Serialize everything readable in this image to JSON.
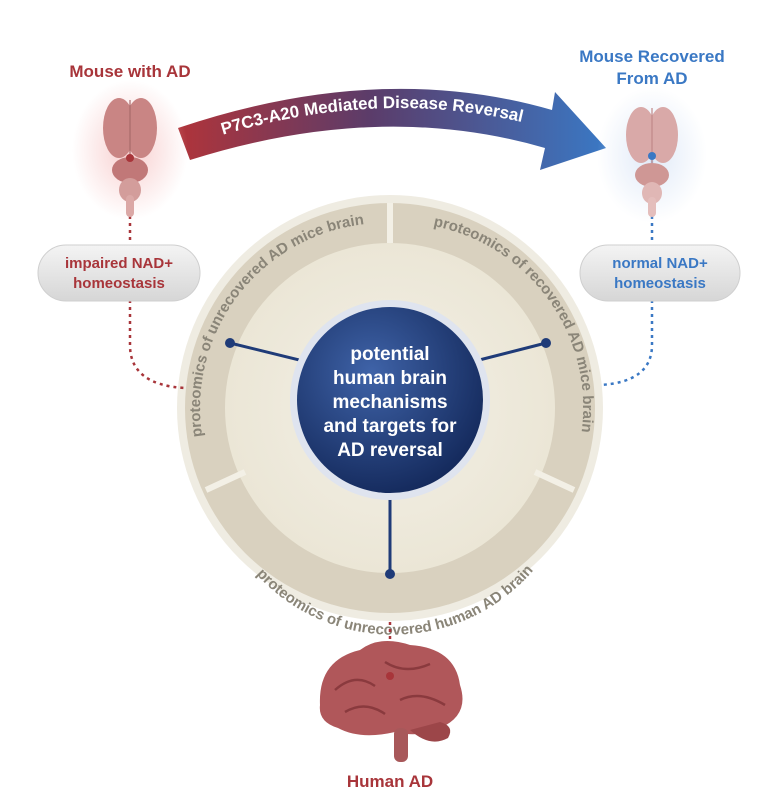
{
  "labels": {
    "mouse_ad": "Mouse with AD",
    "mouse_recovered_line1": "Mouse Recovered",
    "mouse_recovered_line2": "From AD",
    "human_ad": "Human AD",
    "arrow_text": "P7C3-A20 Mediated Disease Reversal",
    "impaired_line1": "impaired NAD+",
    "impaired_line2": "homeostasis",
    "normal_line1": "normal NAD+",
    "normal_line2": "homeostasis",
    "ring_unrecovered_mice": "proteomics of unrecovered AD mice brain",
    "ring_recovered_mice": "proteomics of recovered AD mice brain",
    "ring_unrecovered_human": "proteomics of unrecovered human AD brain",
    "center_line1": "potential",
    "center_line2": "human brain",
    "center_line3": "mechanisms",
    "center_line4": "and targets for",
    "center_line5": "AD reversal"
  },
  "colors": {
    "ad_red": "#a8353a",
    "recovered_blue": "#3a78c4",
    "navy": "#1f3b78",
    "ring": "#d8d0c0",
    "ring_text": "#8a8578"
  },
  "icons": [
    "mouse-brain-ad-icon",
    "mouse-brain-recovered-icon",
    "human-brain-icon"
  ]
}
